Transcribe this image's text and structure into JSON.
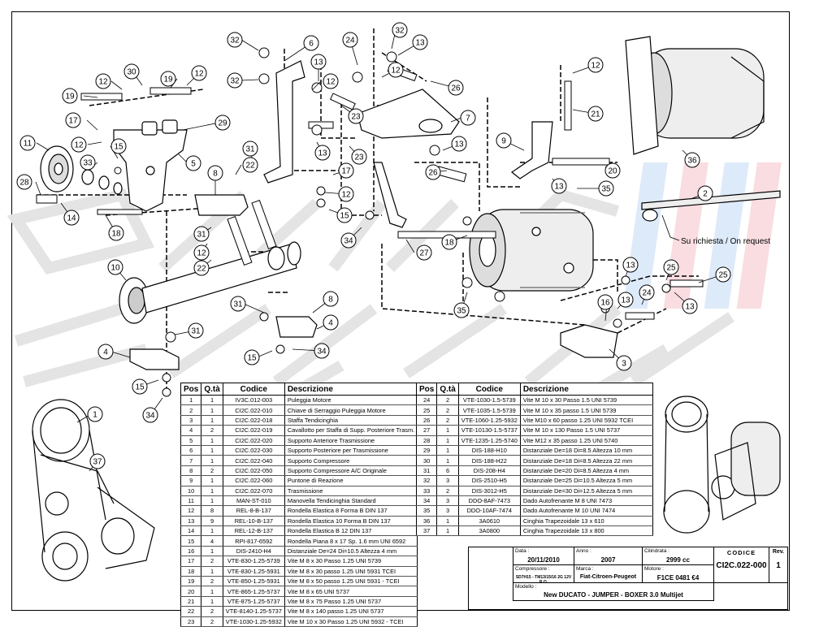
{
  "callouts": [
    "1",
    "2",
    "3",
    "4",
    "5",
    "6",
    "7",
    "8",
    "9",
    "10",
    "11",
    "12",
    "13",
    "14",
    "15",
    "16",
    "17",
    "18",
    "19",
    "20",
    "21",
    "22",
    "23",
    "24",
    "25",
    "26",
    "27",
    "28",
    "29",
    "30",
    "31",
    "32",
    "33",
    "34",
    "35",
    "36",
    "37"
  ],
  "on_request_note": "Su richiesta / On request",
  "table": {
    "headers": {
      "pos": "Pos",
      "qty": "Q.tà",
      "code": "Codice",
      "desc": "Descrizione"
    },
    "left_rows": [
      [
        "1",
        "1",
        "IV3C.012-003",
        "Puleggia Motore"
      ],
      [
        "2",
        "1",
        "CI2C.022-010",
        "Chiave di Serraggio Puleggia Motore"
      ],
      [
        "3",
        "1",
        "CI2C.022-018",
        "Staffa Tendicinghia"
      ],
      [
        "4",
        "2",
        "CI2C.022-019",
        "Cavallotto per Staffa di Supp. Posteriore Trasm."
      ],
      [
        "5",
        "1",
        "CI2C.022-020",
        "Supporto Anteriore Trasmissione"
      ],
      [
        "6",
        "1",
        "CI2C.022-030",
        "Supporto Posteriore per Trasmissione"
      ],
      [
        "7",
        "1",
        "CI2C.022-040",
        "Supporto Compressore"
      ],
      [
        "8",
        "2",
        "CI2C.022-050",
        "Supporto Compressore A/C Originale"
      ],
      [
        "9",
        "1",
        "CI2C.022-060",
        "Puntone di Reazione"
      ],
      [
        "10",
        "1",
        "CI2C.022-070",
        "Trasmissione"
      ],
      [
        "11",
        "1",
        "MAN-ST-010",
        "Manovella Tendicinghia Standard"
      ],
      [
        "12",
        "8",
        "REL-8-B-137",
        "Rondella Elastica 8 Forma B DIN 137"
      ],
      [
        "13",
        "9",
        "REL-10-B-137",
        "Rondella Elastica 10 Forma B DIN 137"
      ],
      [
        "14",
        "1",
        "REL-12-B-137",
        "Rondella Elastica B 12 DIN 137"
      ],
      [
        "15",
        "4",
        "RPI-817-6592",
        "Rondella Piana 8 x 17 Sp. 1.6 mm UNI 6592"
      ],
      [
        "16",
        "1",
        "DIS-2410-H4",
        "Distanziale De=24 Di=10.5 Altezza 4 mm"
      ],
      [
        "17",
        "2",
        "VTE-830-1.25-5739",
        "Vite M 8 x 30 Passo 1.25 UNI 5739"
      ],
      [
        "18",
        "1",
        "VTE-830-1.25-5931",
        "Vite M 8 x 30 passo 1.25 UNI 5931 TCEI"
      ],
      [
        "19",
        "2",
        "VTE-850-1.25-5931",
        "Vite M 8 x 50 passo 1.25 UNI 5931 - TCEI"
      ],
      [
        "20",
        "1",
        "VTE-865-1.25-5737",
        "Vite M 8 x 65 UNI 5737"
      ],
      [
        "21",
        "1",
        "VTE-875-1.25-5737",
        "Vite M 8 x 75 Passo 1.25 UNI 5737"
      ],
      [
        "22",
        "2",
        "VTE-8140-1.25-5737",
        "Vite M 8 x 140 passo 1.25 UNI 5737"
      ],
      [
        "23",
        "2",
        "VTE-1030-1.25-5932",
        "Vite M 10 x 30 Passo 1.25 UNI 5932 - TCEI"
      ]
    ],
    "right_rows": [
      [
        "24",
        "2",
        "VTE-1030-1.5-5739",
        "Vite M 10 x 30 Passo 1.5 UNI 5739"
      ],
      [
        "25",
        "2",
        "VTE-1035-1.5-5739",
        "Vite M 10 x 35 passo 1.5 UNI 5739"
      ],
      [
        "26",
        "2",
        "VTE-1060-1.25-5932",
        "Vite M10 x 60 passo 1.25 UNI 5932 TCEI"
      ],
      [
        "27",
        "1",
        "VTE-10130-1.5-5737",
        "Vite M 10 x 130 Passo 1.5 UNI 5737"
      ],
      [
        "28",
        "1",
        "VTE-1235-1.25-5740",
        "Vite M12 x 35 passo 1.25 UNI 5740"
      ],
      [
        "29",
        "1",
        "DIS-188-H10",
        "Distanziale De=18 Di=8.5 Altezza 10 mm"
      ],
      [
        "30",
        "1",
        "DIS-188-H22",
        "Distanziale De=18 Di=8.5 Altezza 22 mm"
      ],
      [
        "31",
        "6",
        "DIS-208-H4",
        "Distanziale De=20 Di=8.5 Altezza 4 mm"
      ],
      [
        "32",
        "3",
        "DIS-2510-H5",
        "Distanziale De=25 Di=10.5 Altezza 5 mm"
      ],
      [
        "33",
        "2",
        "DIS-3012-H5",
        "Distanziale De=30 Di=12.5 Altezza 5 mm"
      ],
      [
        "34",
        "3",
        "DDO-8AF-7473",
        "Dado Autofrenante M 8 UNI 7473"
      ],
      [
        "35",
        "3",
        "DDO-10AF-7474",
        "Dado Autofrenante M 10 UNI 7474"
      ],
      [
        "36",
        "1",
        "3A0610",
        "Cinghia Trapezoidale 13 x 610"
      ],
      [
        "37",
        "1",
        "3A0800",
        "Cinghia Trapezoidale 13 x 800"
      ]
    ]
  },
  "title_block": {
    "date_label": "Data :",
    "date": "20/11/2010",
    "year_label": "Anno :",
    "year": "2007",
    "displacement_label": "Cilindrata :",
    "displacement": "2999 cc",
    "code_label": "CODICE",
    "code": "CI2C.022-000",
    "rev_label": "Rev.",
    "rev": "1",
    "compressor_label": "Compressore :",
    "compressor": "SD7H15 - TM13/15/16 2G 12V R.O.",
    "make_label": "Marca :",
    "make": "Fiat-Citroen-Peugeot",
    "engine_label": "Motore :",
    "engine": "F1CE 0481 €4",
    "model_label": "Modello :",
    "model": "New DUCATO - JUMPER - BOXER 3.0 Multijet"
  },
  "colors": {
    "line": "#000000",
    "watermark": "#e6e6e6",
    "watermark_blue": "#cfe2f7",
    "watermark_red": "#f7cfd5"
  }
}
